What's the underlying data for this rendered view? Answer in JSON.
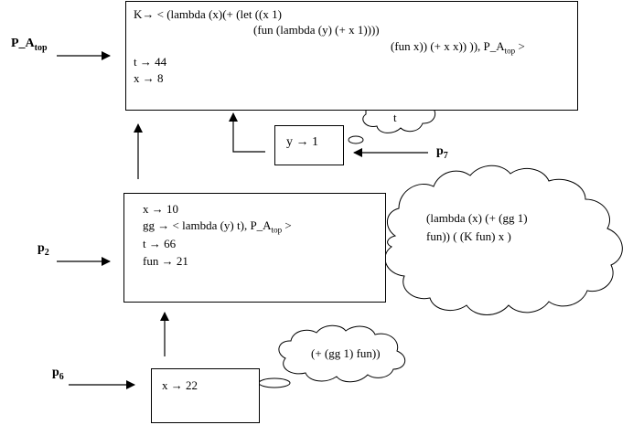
{
  "labels": {
    "p_a_top": {
      "base": "P_A",
      "sub": "top"
    },
    "p7": {
      "base": "p",
      "sub": "7"
    },
    "p2": {
      "base": "p",
      "sub": "2"
    },
    "p6": {
      "base": "p",
      "sub": "6"
    }
  },
  "frame_top": {
    "k_line1": "K→ < (lambda (x)(+ (let ((x 1)",
    "k_line2": "(fun (lambda (y) (+ x 1))))",
    "k_line3_pre": "(fun x)) (+ x x)) )), P_A",
    "k_line3_sub": "top",
    "k_line3_post": " >",
    "t_binding": "t → 44",
    "x_binding": "x → 8"
  },
  "frame_p7": {
    "y_binding": "y → 1"
  },
  "frame_p2": {
    "x_binding": "x → 10",
    "gg_pre": "gg → < lambda (y) t), P_A",
    "gg_sub": "top",
    "gg_post": " >",
    "t_binding": "t →  66",
    "fun_binding": "fun → 21"
  },
  "frame_p6": {
    "x_binding": "x → 22"
  },
  "clouds": {
    "t_cloud": "t",
    "big_cloud_line1": "(lambda (x) (+ (gg 1)",
    "big_cloud_line2": "fun)) ( (K fun)  x )",
    "bottom_cloud": "(+ (gg 1) fun))"
  }
}
